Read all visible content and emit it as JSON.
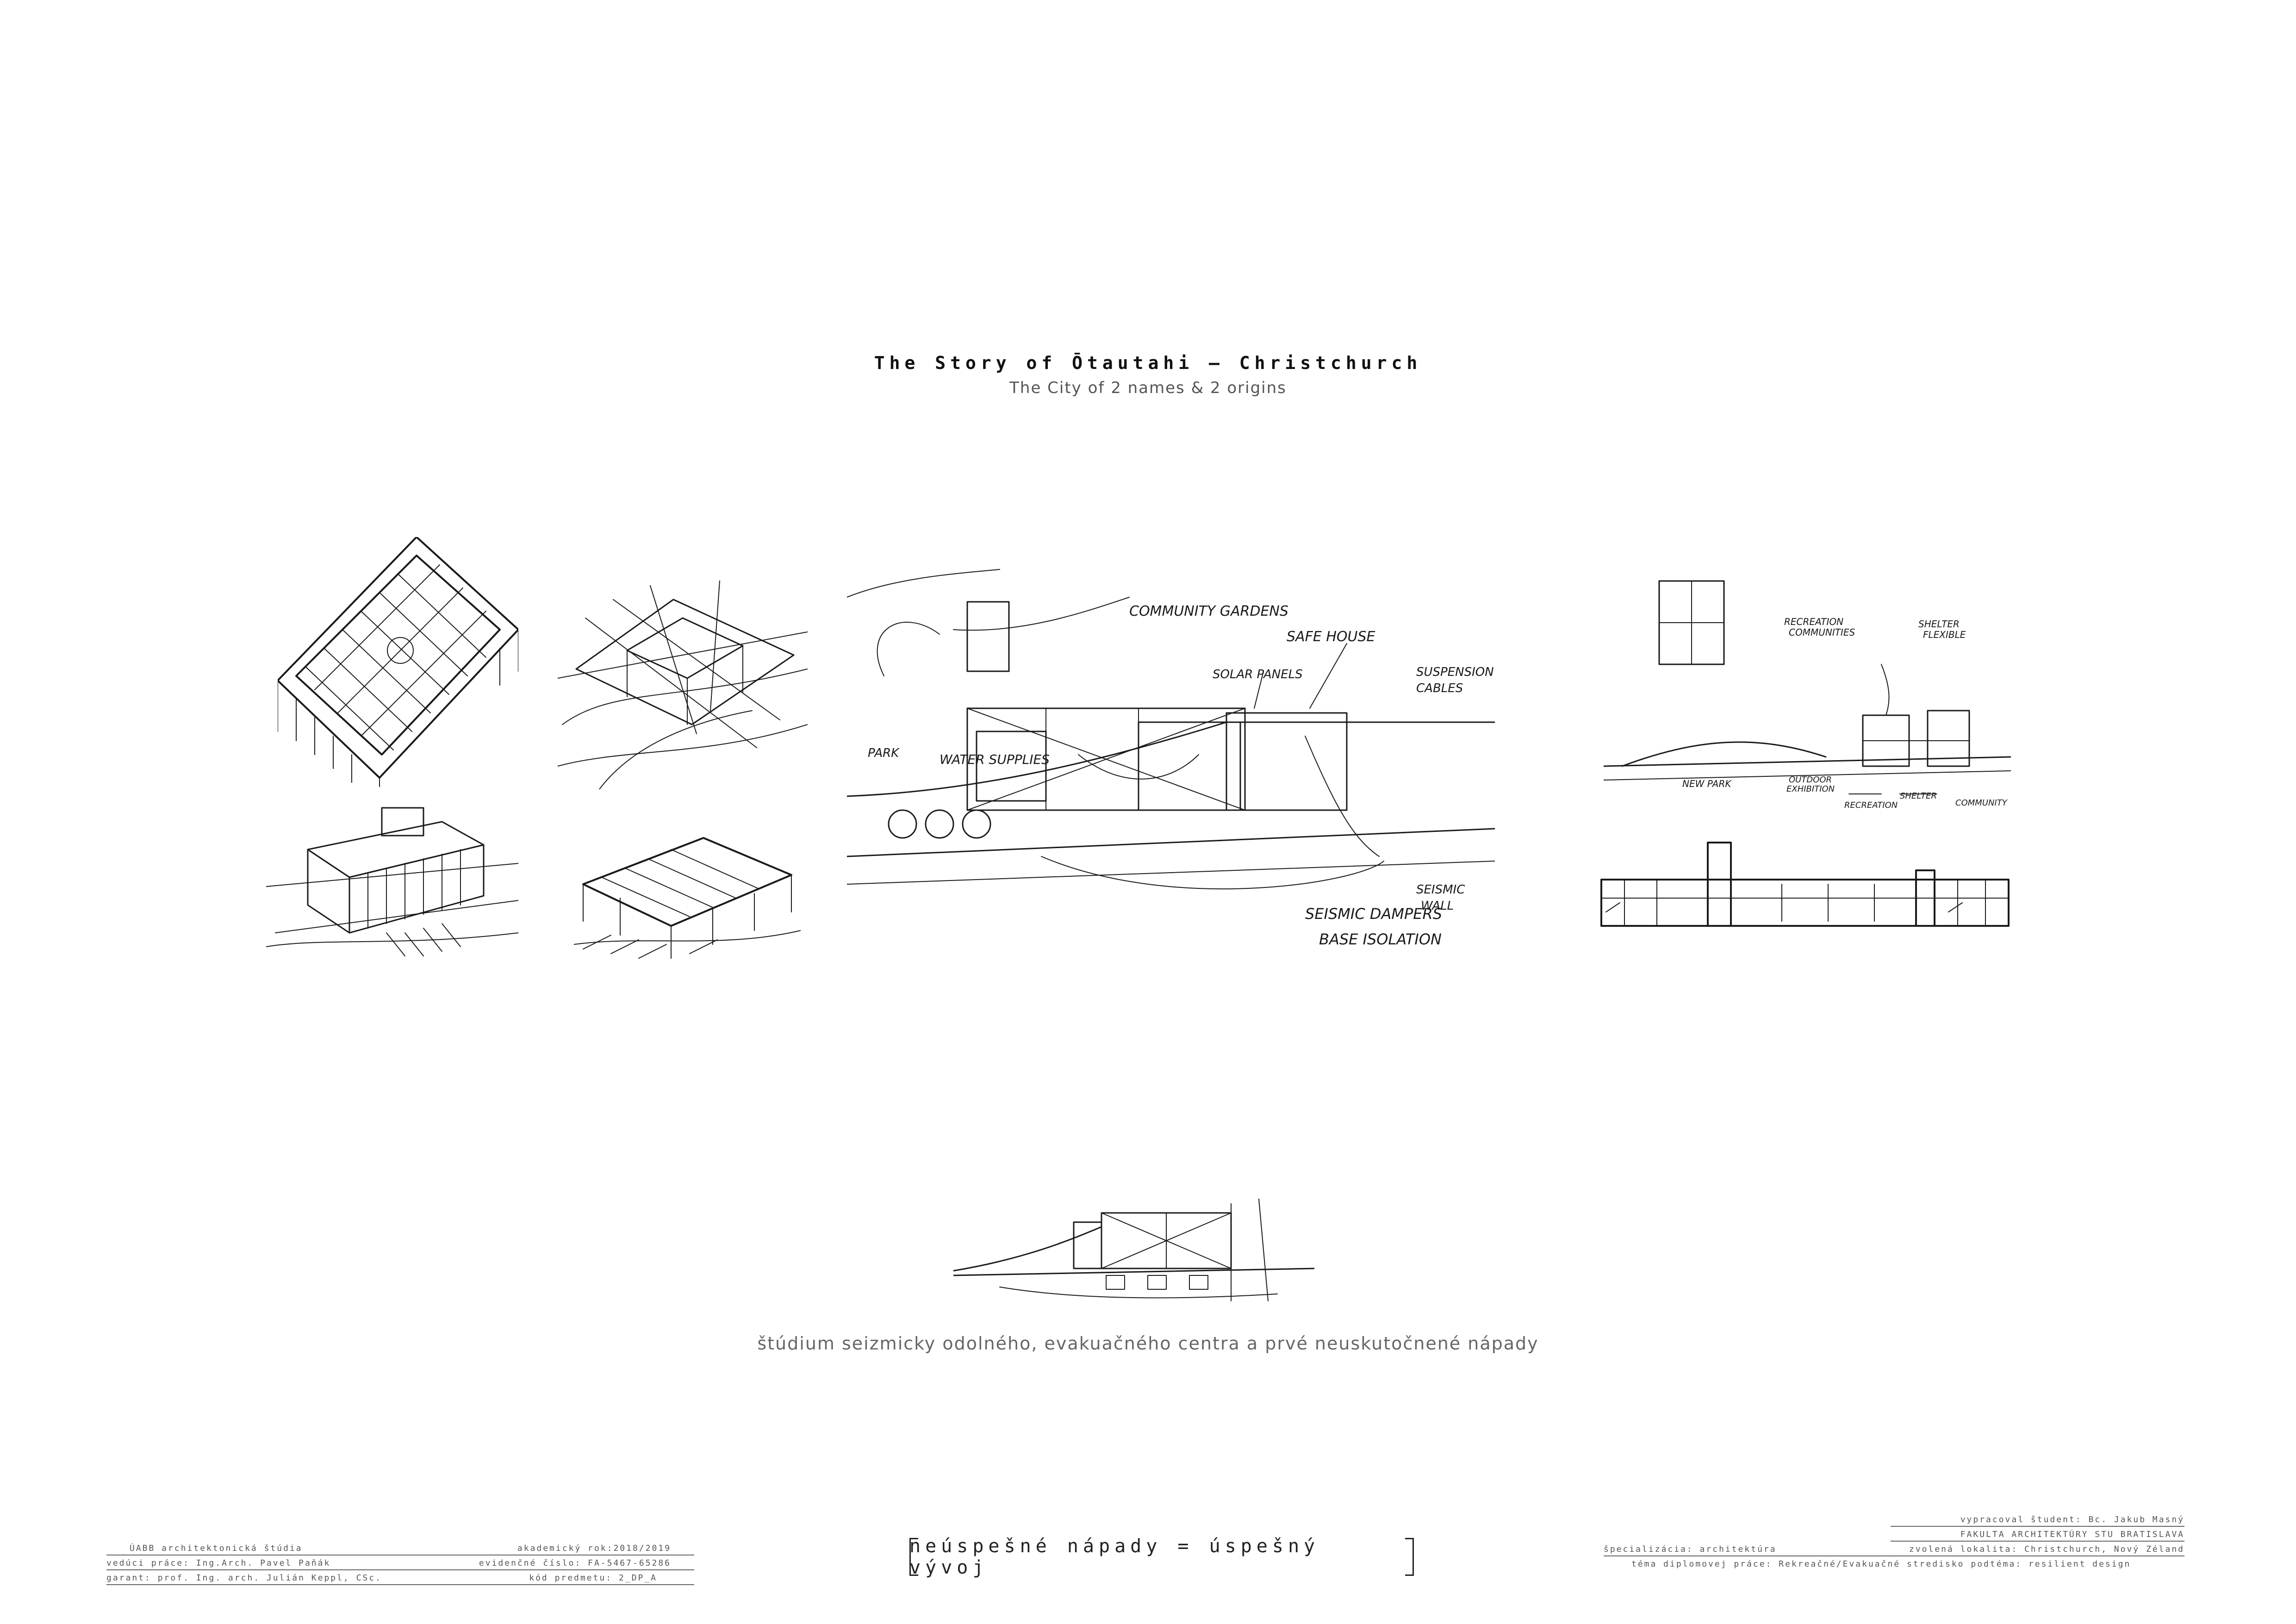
{
  "header": {
    "title": "The Story of Ōtautahi – Christchurch",
    "subtitle": "The City of 2 names & 2 origins"
  },
  "sketch_labels": {
    "main": [
      "COMMUNITY GARDENS",
      "SAFE HOUSE",
      "SOLAR PANELS",
      "SUSPENSION CABLES",
      "PARK",
      "WATER SUPPLIES",
      "SEISMIC DAMPERS",
      "BASE ISOLATION",
      "SEISMIC WALL"
    ],
    "right": [
      "RECREATION COMMUNITIES",
      "SHELTER FLEXIBLE",
      "NEW PARK",
      "OUTDOOR EXHIBITION",
      "RECREATION",
      "SHELTER COMMUNITY"
    ]
  },
  "caption": "štúdium seizmicky odolného, evakuačného centra a prvé neuskutočnené nápady",
  "motto": "neúspešné nápady = úspešný vývoj",
  "title_block_left": {
    "row1_left": "ÚABB   architektonická  štúdia",
    "row1_right": "akademický rok:2018/2019",
    "row2_left": "vedúci práce:  Ing.Arch. Pavel Paňák",
    "row2_right": "evidenčné číslo: FA-5467-65286",
    "row3_left": "garant: prof. Ing. arch. Julián Keppl, CSc.",
    "row3_right": "kód predmetu: 2_DP_A"
  },
  "title_block_right": {
    "row1_right": "vypracoval študent: Bc. Jakub Masný",
    "row2_right": "FAKULTA ARCHITEKTÚRY STU BRATISLAVA",
    "row3_left": "špecializácia:  architektúra",
    "row3_right": "zvolená lokalita: Christchurch, Nový Zéland",
    "row4_left": "téma diplomovej práce: Rekreačné/Evakuačné stredisko  podtéma: resilient design"
  }
}
